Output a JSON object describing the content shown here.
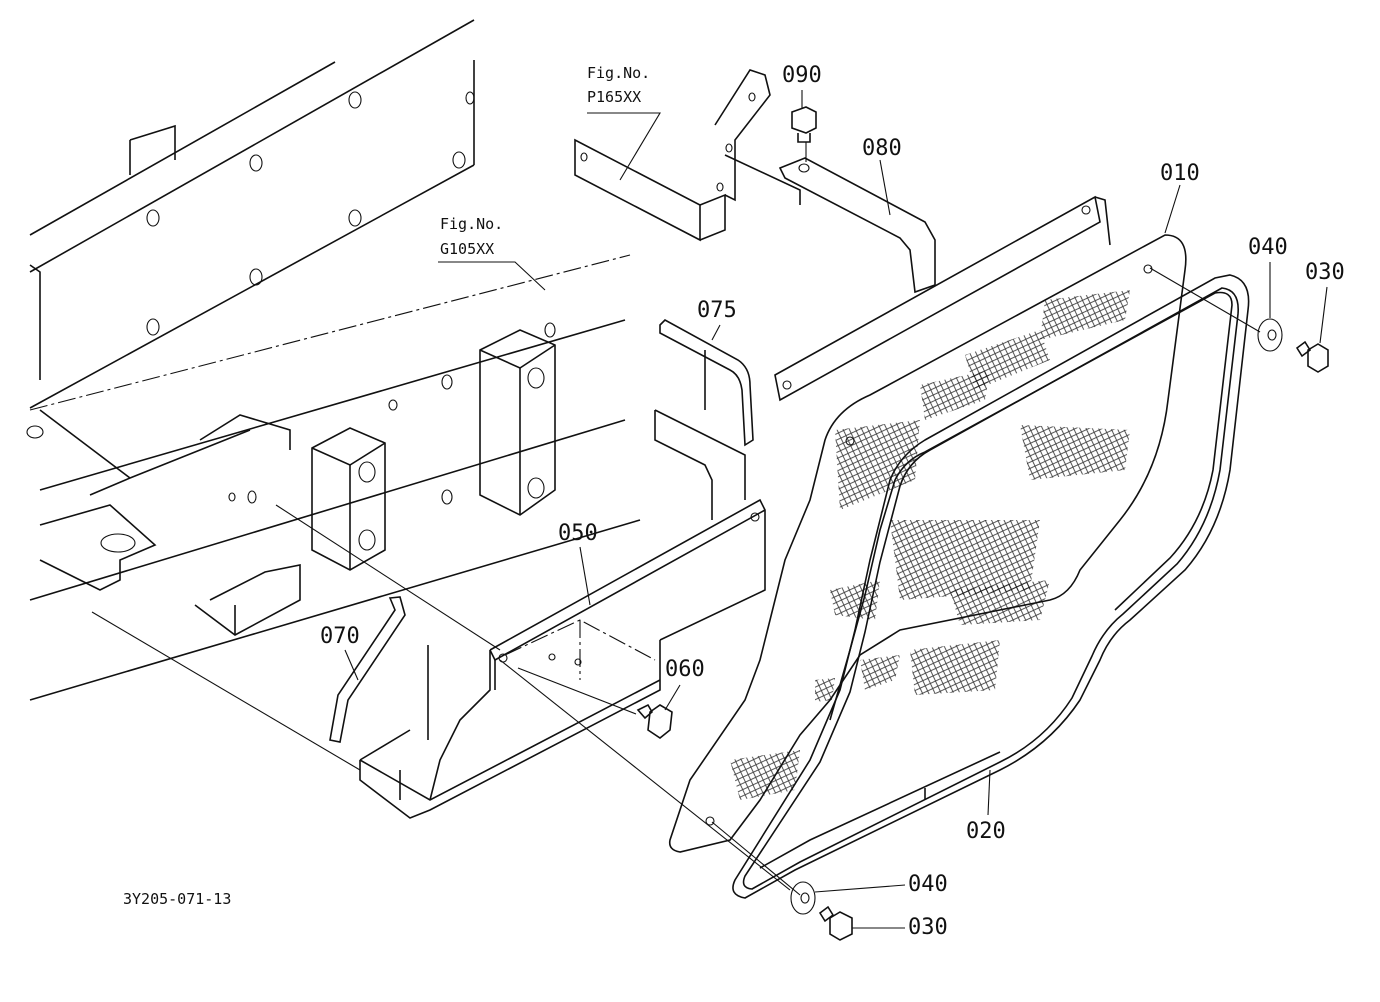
{
  "fig_refs": [
    {
      "id": "p165",
      "prefix": "Fig.No.",
      "code": "P165XX"
    },
    {
      "id": "g105",
      "prefix": "Fig.No.",
      "code": "G105XX"
    }
  ],
  "callouts": [
    {
      "id": "c090",
      "number": "090"
    },
    {
      "id": "c080",
      "number": "080"
    },
    {
      "id": "c010",
      "number": "010"
    },
    {
      "id": "c040a",
      "number": "040"
    },
    {
      "id": "c030a",
      "number": "030"
    },
    {
      "id": "c075",
      "number": "075"
    },
    {
      "id": "c050",
      "number": "050"
    },
    {
      "id": "c070",
      "number": "070"
    },
    {
      "id": "c060",
      "number": "060"
    },
    {
      "id": "c020",
      "number": "020"
    },
    {
      "id": "c040b",
      "number": "040"
    },
    {
      "id": "c030b",
      "number": "030"
    }
  ],
  "drawing_number": "3Y205-071-13"
}
